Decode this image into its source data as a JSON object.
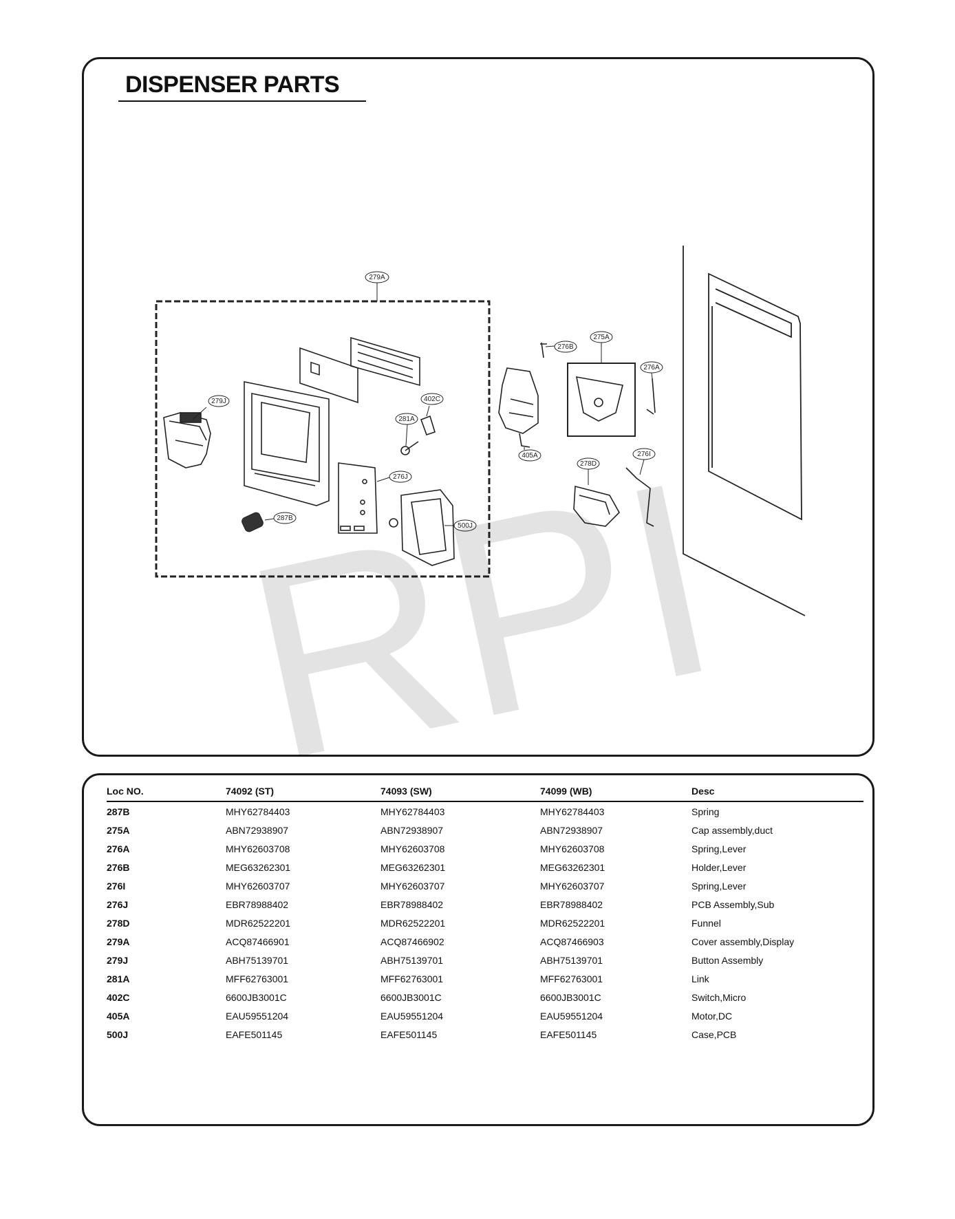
{
  "page": {
    "title": "DISPENSER PARTS",
    "watermark": "RPI"
  },
  "callouts": [
    "279A",
    "276B",
    "275A",
    "276A",
    "279J",
    "402C",
    "281A",
    "405A",
    "278D",
    "276I",
    "276J",
    "287B",
    "500J"
  ],
  "table": {
    "headers": [
      "Loc NO.",
      "74092 (ST)",
      "74093 (SW)",
      "74099 (WB)",
      "Desc"
    ],
    "rows": [
      [
        "287B",
        "MHY62784403",
        "MHY62784403",
        "MHY62784403",
        "Spring"
      ],
      [
        "275A",
        "ABN72938907",
        "ABN72938907",
        "ABN72938907",
        "Cap assembly,duct"
      ],
      [
        "276A",
        "MHY62603708",
        "MHY62603708",
        "MHY62603708",
        "Spring,Lever"
      ],
      [
        "276B",
        "MEG63262301",
        "MEG63262301",
        "MEG63262301",
        "Holder,Lever"
      ],
      [
        "276I",
        "MHY62603707",
        "MHY62603707",
        "MHY62603707",
        "Spring,Lever"
      ],
      [
        "276J",
        "EBR78988402",
        "EBR78988402",
        "EBR78988402",
        "PCB Assembly,Sub"
      ],
      [
        "278D",
        "MDR62522201",
        "MDR62522201",
        "MDR62522201",
        "Funnel"
      ],
      [
        "279A",
        "ACQ87466901",
        "ACQ87466902",
        "ACQ87466903",
        "Cover assembly,Display"
      ],
      [
        "279J",
        "ABH75139701",
        "ABH75139701",
        "ABH75139701",
        "Button Assembly"
      ],
      [
        "281A",
        "MFF62763001",
        "MFF62763001",
        "MFF62763001",
        "Link"
      ],
      [
        "402C",
        "6600JB3001C",
        "6600JB3001C",
        "6600JB3001C",
        "Switch,Micro"
      ],
      [
        "405A",
        "EAU59551204",
        "EAU59551204",
        "EAU59551204",
        "Motor,DC"
      ],
      [
        "500J",
        "EAFE501145",
        "EAFE501145",
        "EAFE501145",
        "Case,PCB"
      ]
    ]
  }
}
